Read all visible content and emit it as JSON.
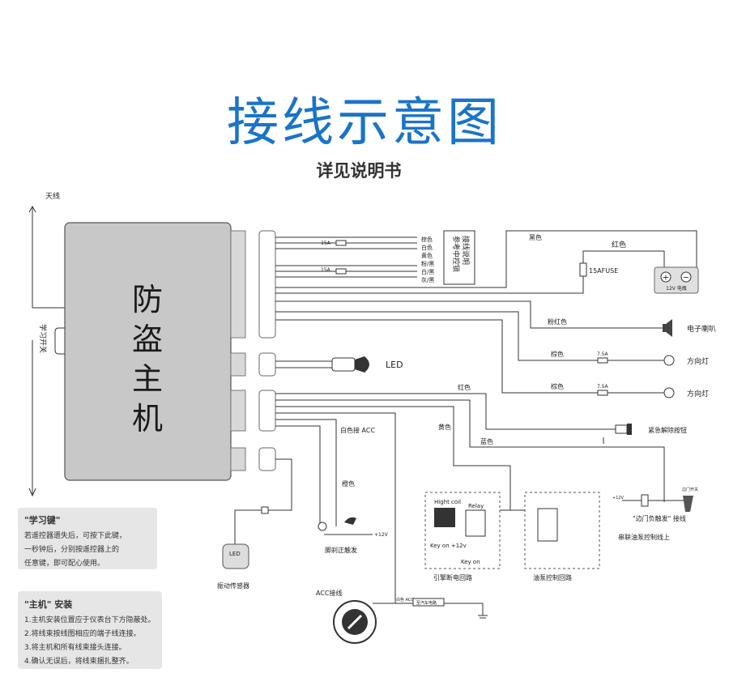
{
  "title": "接线示意图",
  "subtitle": "详见说明书",
  "main_unit": {
    "label_chars": [
      "防",
      "盗",
      "主",
      "机"
    ]
  },
  "labels": {
    "antenna": "天线",
    "learn_switch": "学习开关",
    "wire_colors": [
      "棕色",
      "白色",
      "黄色",
      "粉/黑",
      "白/黑",
      "灰/黑"
    ],
    "fuse_small": "15A",
    "reference_box": [
      "接线说明",
      "参考中控锁"
    ],
    "black": "黑色",
    "red": "红色",
    "fuse_main": "15AFUSE",
    "battery": "12V 电瓶",
    "pink_red": "粉红色",
    "speaker": "电子喇叭",
    "brown": "棕色",
    "fuse_7_5": "7.5A",
    "turn_light": "方向灯",
    "led": "LED",
    "red_wire": "红色",
    "emergency_button": "紧急解除按钮",
    "white_acc": "白色接 ACC",
    "yellow": "黄色",
    "blue": "蓝色",
    "orange": "橙色",
    "brake_switch": "脚刹正触发",
    "plus12v": "+12V",
    "door_switch": "\"边门负触发\" 接线",
    "side_door": "边门开关",
    "night_coil": "Hight coil",
    "relay": "Relay",
    "key_on_12v": "Key on +12v",
    "key_on": "Key on",
    "engine_circuit": "引擎断电回路",
    "pump_circuit": "油泵控制回路",
    "pump_note": "串联油泵控制线上",
    "shock_sensor": "振动传感器",
    "led_small": "LED",
    "acc_switch": "ACC接线",
    "white_acc_small": "白色 ACC",
    "car_power": "至汽车电路"
  },
  "notes": {
    "learn": {
      "heading": "\"学习键\"",
      "lines": [
        "若遥控器遗失后，可按下此键，",
        "一秒钟后，分别按遥控器上的",
        "任意键，即可配心使用。"
      ]
    },
    "install": {
      "heading": "\"主机\" 安装",
      "lines": [
        "1.主机安装位置应于仪表台下方隐蔽处。",
        "2.将线束按线图相应的端子线连接。",
        "3.将主机和所有线束接头连接。",
        "4.确认无误后，将线束捆扎整齐。"
      ]
    }
  },
  "colors": {
    "title": "#1a74c9",
    "unit_fill": "#c8c8c8",
    "note_bg": "#e6e6e6"
  }
}
